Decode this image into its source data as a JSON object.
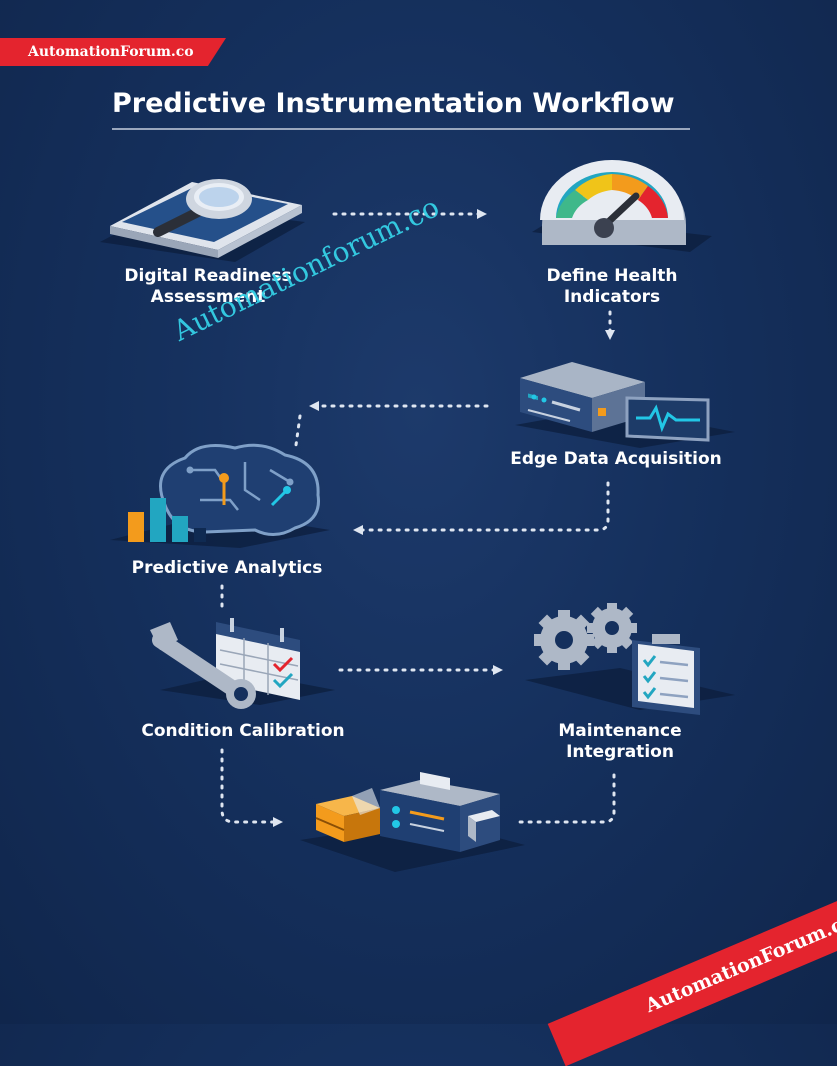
{
  "title": "Predictive Instrumentation Workflow",
  "brand_top": "AutomationForum.co",
  "brand_corner": "AutomationForum.co",
  "watermark": "Automationforum.co",
  "steps": [
    {
      "lines": [
        "Digital Readiness",
        "Assessment"
      ],
      "icon": "tablet-magnifier-icon"
    },
    {
      "lines": [
        "Define Health",
        "Indicators"
      ],
      "icon": "gauge-icon"
    },
    {
      "lines": [
        "Edge Data Acquisition"
      ],
      "icon": "edge-device-icon"
    },
    {
      "lines": [
        "Predictive Analytics"
      ],
      "icon": "brain-analytics-icon"
    },
    {
      "lines": [
        "Condition Calibration"
      ],
      "icon": "wrench-calendar-icon"
    },
    {
      "lines": [
        "Maintenance",
        "Integration"
      ],
      "icon": "gears-checklist-icon"
    },
    {
      "lines": [],
      "icon": "toolbox-machine-icon"
    }
  ],
  "colors": {
    "background": "#15305d",
    "accent_red": "#e4242e",
    "teal": "#22a6c1",
    "orange": "#f39b1c",
    "connector": "#dfe6f1"
  }
}
